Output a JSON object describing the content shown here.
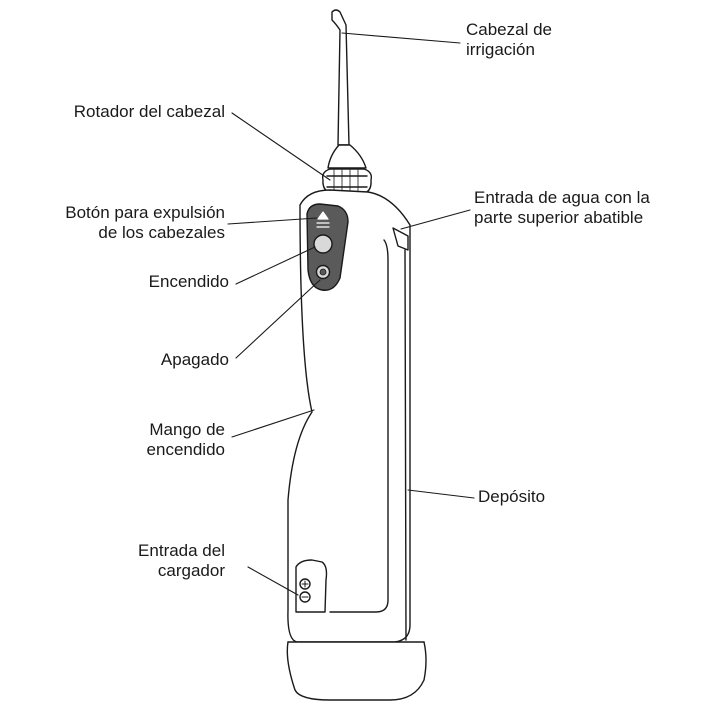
{
  "labels": {
    "irrigation_head": [
      "Cabezal de",
      "irrigación"
    ],
    "head_rotator": [
      "Rotador del cabezal"
    ],
    "eject_button": [
      "Botón para expulsión",
      "de los cabezales"
    ],
    "power_on": [
      "Encendido"
    ],
    "power_off": [
      "Apagado"
    ],
    "power_handle": [
      "Mango de",
      "encendido"
    ],
    "charger_port": [
      "Entrada del",
      "cargador"
    ],
    "water_inlet": [
      "Entrada de agua con la",
      "parte superior abatible"
    ],
    "reservoir": [
      "Depósito"
    ]
  },
  "colors": {
    "outline": "#1a1a1a",
    "button_panel": "#5a5a5a",
    "button_light": "#d9d9d9"
  },
  "icons": [
    "eject-icon",
    "power-icon",
    "charger-icon"
  ]
}
